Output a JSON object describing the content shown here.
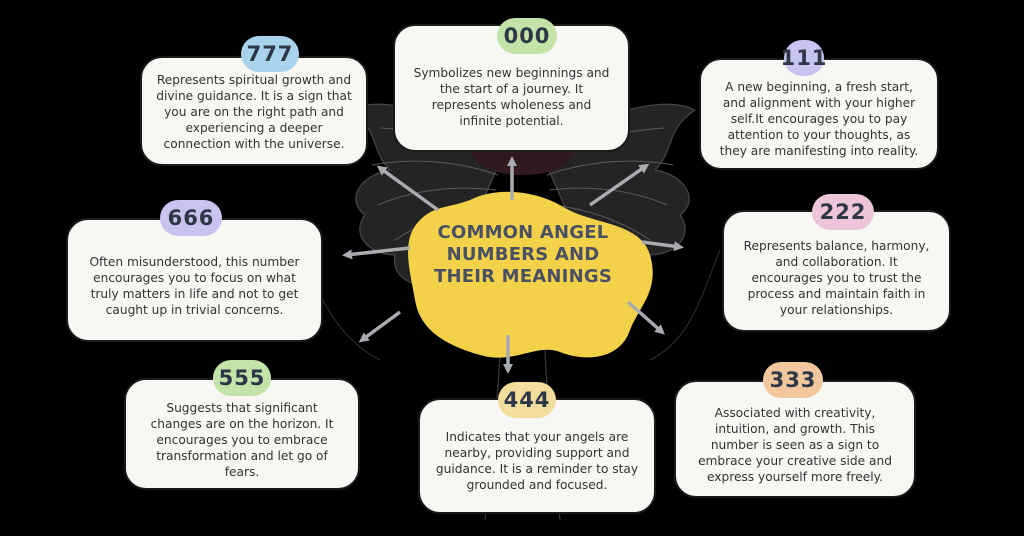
{
  "title": "COMMON ANGEL NUMBERS AND THEIR MEANINGS",
  "colors": {
    "background": "#000000",
    "card": "#f7f7f4",
    "center_blob": "#f3d24a",
    "badge_777": "#a9d3ec",
    "badge_000": "#c4e3a8",
    "badge_111": "#c9c4ef",
    "badge_666": "#c9c4ef",
    "badge_222": "#eec5d8",
    "badge_555": "#c4e3a8",
    "badge_444": "#f3dc9c",
    "badge_333": "#f2c79e"
  },
  "nodes": {
    "n777": {
      "number": "777",
      "text": "Represents spiritual growth and divine guidance. It is a sign that you are on the right path and experiencing a deeper connection with the universe."
    },
    "n000": {
      "number": "000",
      "text": "Symbolizes new beginnings and the start of a journey. It represents wholeness and infinite potential."
    },
    "n111": {
      "number": "111",
      "text": "A new beginning, a fresh start, and alignment with your higher self.It encourages you to pay attention to your thoughts, as they are manifesting into reality."
    },
    "n666": {
      "number": "666",
      "text": "Often misunderstood, this number encourages you to focus on what truly matters in life and not to get caught up in trivial concerns."
    },
    "n222": {
      "number": "222",
      "text": "Represents balance, harmony, and collaboration. It encourages you to trust the process and maintain faith in your relationships."
    },
    "n555": {
      "number": "555",
      "text": "Suggests that significant changes are on the horizon. It encourages you to embrace transformation and let go of fears."
    },
    "n444": {
      "number": "444",
      "text": "Indicates that your angels are nearby, providing support and guidance. It is a reminder to stay grounded and focused."
    },
    "n333": {
      "number": "333",
      "text": "Associated with creativity, intuition, and growth. This number is seen as a sign to embrace your creative side and express yourself more freely."
    }
  }
}
